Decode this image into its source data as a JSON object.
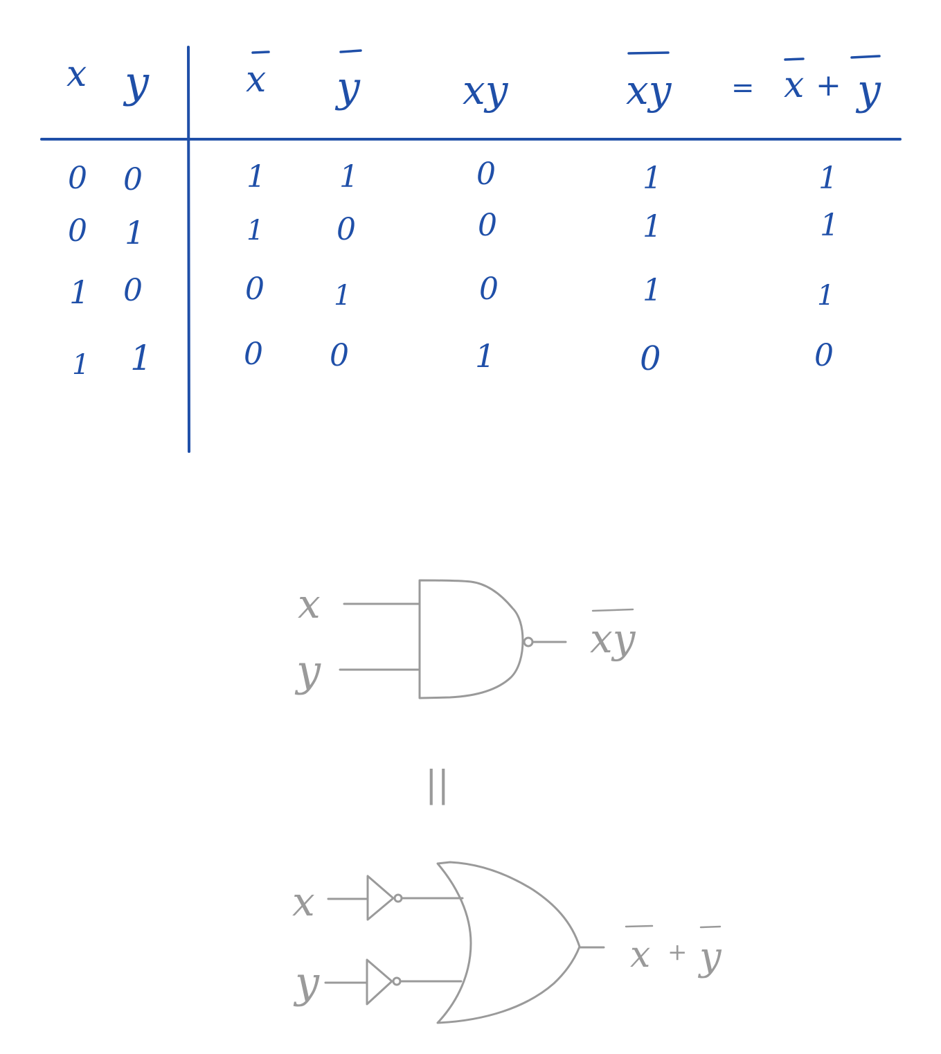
{
  "truth_table": {
    "headers": {
      "x": "x",
      "y": "y",
      "not_x": "x",
      "not_y": "y",
      "xy": "xy",
      "not_xy": "xy",
      "equals": "=",
      "not_x_plus_not_y_x": "x",
      "plus": "+",
      "not_x_plus_not_y_y": "y"
    },
    "rows": [
      [
        "0",
        "0",
        "1",
        "1",
        "0",
        "1",
        "1"
      ],
      [
        "0",
        "1",
        "1",
        "0",
        "0",
        "1",
        "1"
      ],
      [
        "1",
        "0",
        "0",
        "1",
        "0",
        "1",
        "1"
      ],
      [
        "1",
        "1",
        "0",
        "0",
        "1",
        "0",
        "0"
      ]
    ]
  },
  "nand_diagram": {
    "input_x": "x",
    "input_y": "y",
    "output": "xy"
  },
  "equivalence_symbol": "||",
  "or_diagram": {
    "input_x": "x",
    "input_y": "y",
    "output_x": "x",
    "output_plus": "+",
    "output_y": "y"
  },
  "colors": {
    "table_ink": "#1f4fa8",
    "diagram_ink": "#9a9a9a"
  }
}
